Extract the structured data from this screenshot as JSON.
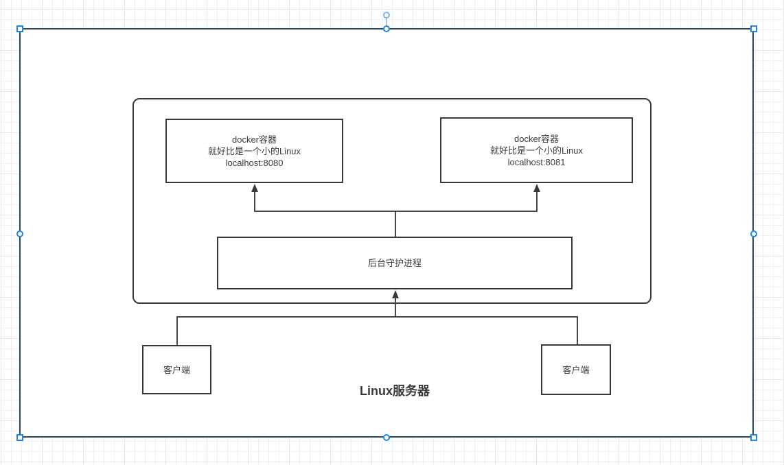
{
  "canvas": {
    "type_label": "diagram-editor-canvas",
    "accent_color": "#1e88e5",
    "shape_border_color": "#36393f",
    "selection_outline_color": "#2b4560"
  },
  "diagram": {
    "server_group_label": "Linux服务器",
    "docker_left": {
      "title": "docker容器",
      "subtitle": "就好比是一个小的Linux",
      "address": "localhost:8080"
    },
    "docker_right": {
      "title": "docker容器",
      "subtitle": "就好比是一个小的Linux",
      "address": "localhost:8081"
    },
    "daemon_label": "后台守护进程",
    "client_left_label": "客户端",
    "client_right_label": "客户端"
  }
}
